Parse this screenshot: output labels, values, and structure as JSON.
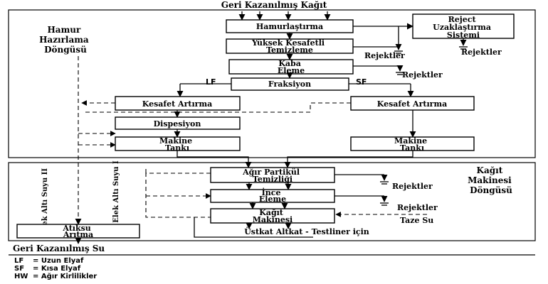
{
  "title": "Geri Kazanılmış Kağıt",
  "loops": {
    "pulp": [
      "Hamur",
      "Hazırlama",
      "Döngüsü"
    ],
    "machine": [
      "Kağıt",
      "Makinesi",
      "Döngüsü"
    ]
  },
  "boxes": {
    "hamurlastirma": [
      "Hamurlaştırma"
    ],
    "reject": [
      "Reject",
      "Uzaklaştırma",
      "Sistemi"
    ],
    "yuksek": [
      "Yüksek Kesafetli",
      "Temizleme"
    ],
    "kaba": [
      "Kaba",
      "Eleme"
    ],
    "fraksiyon": [
      "Fraksiyon"
    ],
    "kesafet_left": [
      "Kesafet Artırma"
    ],
    "kesafet_right": [
      "Kesafet Artırma"
    ],
    "dispesiyon": [
      "Dispesiyon"
    ],
    "makine_tank_left": [
      "Makine",
      "Tankı"
    ],
    "makine_tank_right": [
      "Makine",
      "Tankı"
    ],
    "agir": [
      "Ağır Partikül",
      "Temizliği"
    ],
    "ince": [
      "İnce",
      "Eleme"
    ],
    "kagit_makinesi": [
      "Kağıt",
      "Makinesi"
    ],
    "atiksu": [
      "Atıksu",
      "Arıtma"
    ]
  },
  "labels": {
    "rejects": "Rejektler",
    "lf": "LF",
    "sf": "SF",
    "taze_su": "Taze Su",
    "output": "Üstkat Altkat  - Testliner için",
    "recovered_water": "Geri Kazanılmış Su",
    "wire_water_2": "Elek Altı Suyu II",
    "wire_water_1": "Elek Altı Suyu I"
  },
  "legend": [
    {
      "abbr": "LF",
      "text": "= Uzun Elyaf"
    },
    {
      "abbr": "SF",
      "text": "= Kısa Elyaf"
    },
    {
      "abbr": "HW",
      "text": "= Ağır Kirlilikler"
    }
  ]
}
